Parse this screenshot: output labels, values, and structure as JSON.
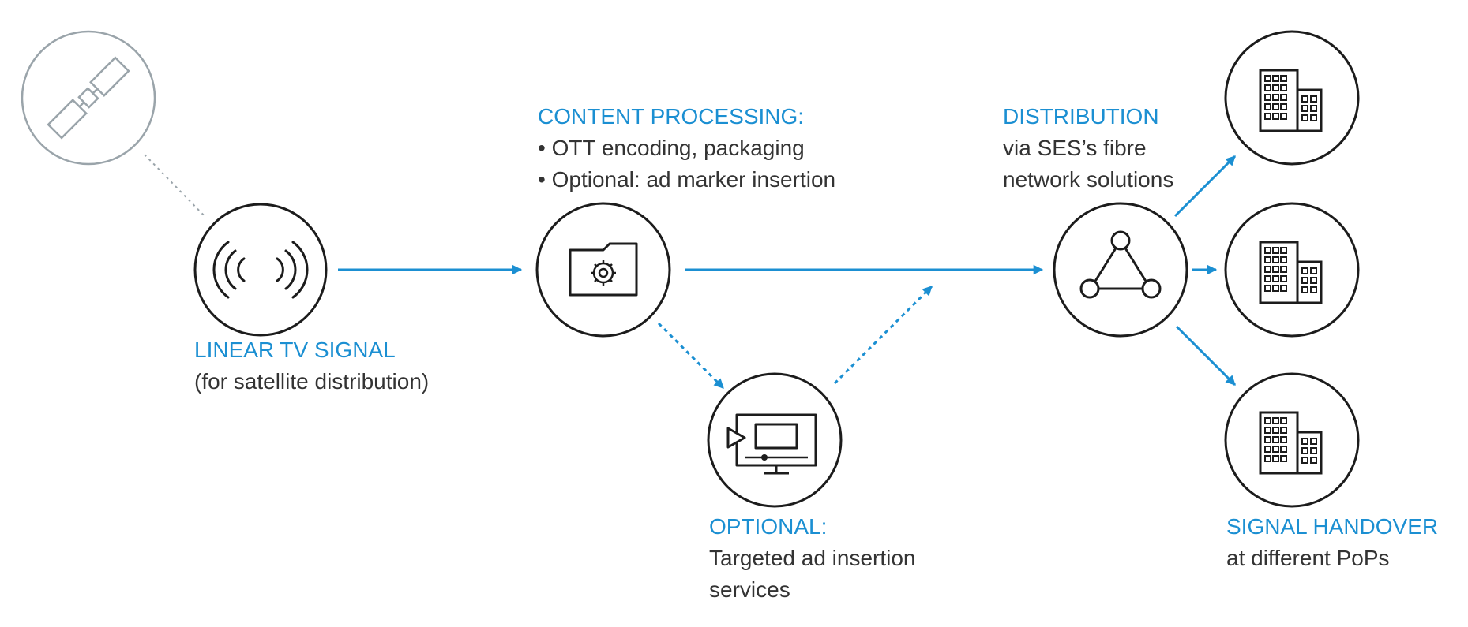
{
  "colors": {
    "accent": "#1b8fd2",
    "stroke": "#1c1c1c",
    "text": "#333333",
    "muted": "#9aa4aa"
  },
  "nodes": {
    "satellite": {
      "icon": "satellite-icon"
    },
    "signal": {
      "icon": "broadcast-signal-icon",
      "heading": "LINEAR TV SIGNAL",
      "lines": [
        "(for satellite distribution)"
      ]
    },
    "processing": {
      "icon": "folder-gear-icon",
      "heading": "CONTENT PROCESSING:",
      "bullets": [
        "OTT encoding, packaging",
        "Optional: ad marker insertion"
      ]
    },
    "optional": {
      "icon": "video-monitor-icon",
      "heading": "OPTIONAL:",
      "lines": [
        "Targeted ad insertion",
        "services"
      ]
    },
    "distribution": {
      "icon": "network-triangle-icon",
      "heading": "DISTRIBUTION",
      "lines": [
        "via SES’s fibre",
        "network solutions"
      ]
    },
    "handover": {
      "icon": "building-icon",
      "heading": "SIGNAL HANDOVER",
      "lines": [
        "at different PoPs"
      ]
    }
  }
}
